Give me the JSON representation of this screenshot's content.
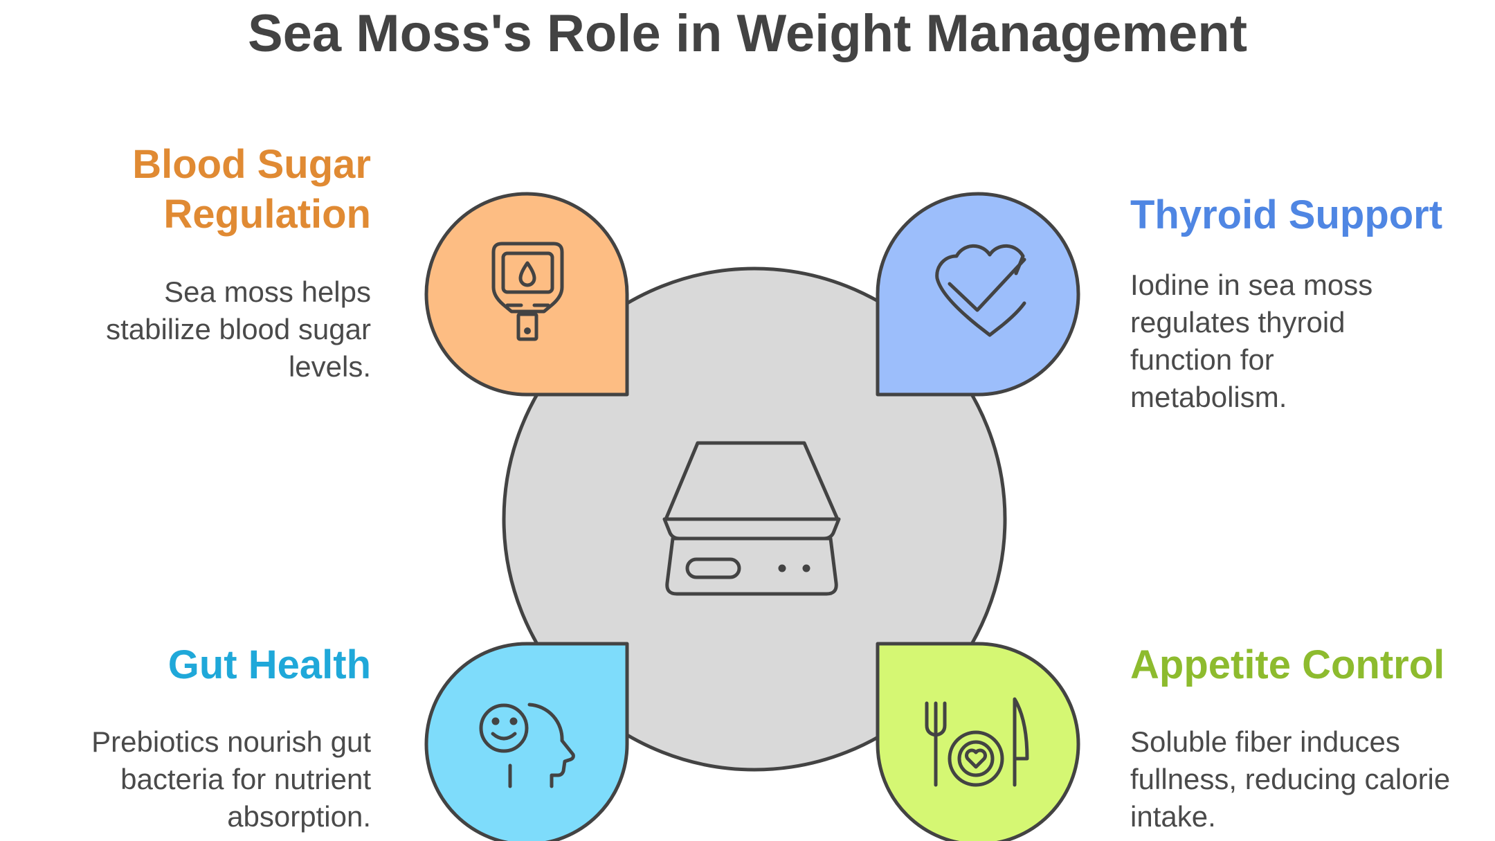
{
  "title": "Sea Moss's Role in Weight Management",
  "colors": {
    "orange": "#FDBD83",
    "blue": "#9CBEFB",
    "cyan": "#7EDCFB",
    "green": "#D5F773",
    "center": "#D9D9D9",
    "stroke": "#434343"
  },
  "items": [
    {
      "heading": "Blood Sugar Regulation",
      "heading_color": "#E08A33",
      "description": "Sea moss helps stabilize blood sugar levels.",
      "icon": "glucose-meter-icon"
    },
    {
      "heading": "Thyroid Support",
      "heading_color": "#4F86E3",
      "description": "Iodine in sea moss regulates thyroid function for metabolism.",
      "icon": "heart-check-icon"
    },
    {
      "heading": "Gut Health",
      "heading_color": "#1FA8D9",
      "description": "Prebiotics nourish gut bacteria for nutrient absorption.",
      "icon": "smiling-head-icon"
    },
    {
      "heading": "Appetite Control",
      "heading_color": "#8DBB2E",
      "description": "Soluble fiber induces fullness, reducing calorie intake.",
      "icon": "plate-utensils-icon"
    }
  ],
  "center_icon": "kitchen-scale-icon"
}
